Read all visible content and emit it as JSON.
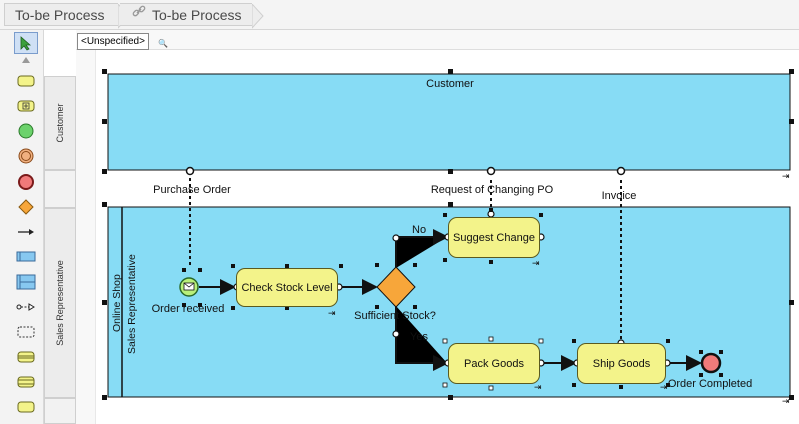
{
  "breadcrumb": {
    "items": [
      {
        "label": "To-be Process"
      },
      {
        "label": "To-be Process"
      }
    ]
  },
  "canvas": {
    "model_selector": "<Unspecified>"
  },
  "lanes": {
    "customer": "Customer",
    "sales_rep": "Sales Representative"
  },
  "pools": {
    "customer": "Customer",
    "online_shop": "Online Shop",
    "sales_rep_lane": "Sales Representative"
  },
  "messages": {
    "purchase_order": "Purchase Order",
    "change_po": "Request of Changing PO",
    "invoice": "Invoice"
  },
  "events": {
    "start": "Order received",
    "end": "Order Completed"
  },
  "gateway": {
    "label": "Sufficient Stock?",
    "no": "No",
    "yes": "Yes"
  },
  "tasks": {
    "check_stock": "Check Stock Level",
    "suggest_change": "Suggest Change",
    "pack_goods": "Pack Goods",
    "ship_goods": "Ship Goods"
  },
  "colors": {
    "pool_fill": "#87dcf5",
    "task_fill": "#f3f38a",
    "gateway_fill": "#f7a63a",
    "start_fill": "#b9f07a",
    "end_fill": "#f07a7a"
  },
  "tools": [
    "select-icon",
    "task-icon",
    "subprocess-icon",
    "start-event-icon",
    "intermediate-event-icon",
    "end-event-icon",
    "gateway-icon",
    "sequence-flow-icon",
    "pool-icon",
    "lane-icon",
    "message-flow-icon",
    "group-icon",
    "data-store-icon",
    "data-store-alt-icon",
    "annotation-icon"
  ]
}
